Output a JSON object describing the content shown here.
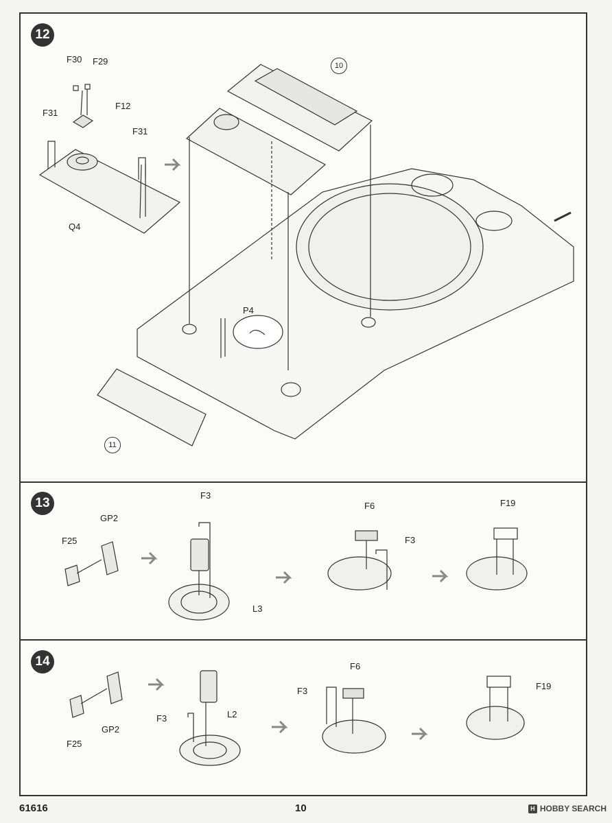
{
  "steps": [
    {
      "number": "12",
      "circled_refs": [
        "10",
        "11"
      ],
      "parts": {
        "f30": "F30",
        "f29": "F29",
        "f12": "F12",
        "f31a": "F31",
        "f31b": "F31",
        "q4": "Q4",
        "p4": "P4"
      }
    },
    {
      "number": "13",
      "parts": {
        "gp2": "GP2",
        "f25": "F25",
        "f3a": "F3",
        "l3": "L3",
        "f6": "F6",
        "f3b": "F3",
        "f19": "F19"
      }
    },
    {
      "number": "14",
      "parts": {
        "f6": "F6",
        "f3a": "F3",
        "f19": "F19",
        "f3b": "F3",
        "l2": "L2",
        "gp2": "GP2",
        "f25": "F25"
      }
    }
  ],
  "footer": {
    "kit_number": "61616",
    "page_number": "10",
    "watermark": "HOBBY SEARCH",
    "watermark_icon": "H"
  }
}
